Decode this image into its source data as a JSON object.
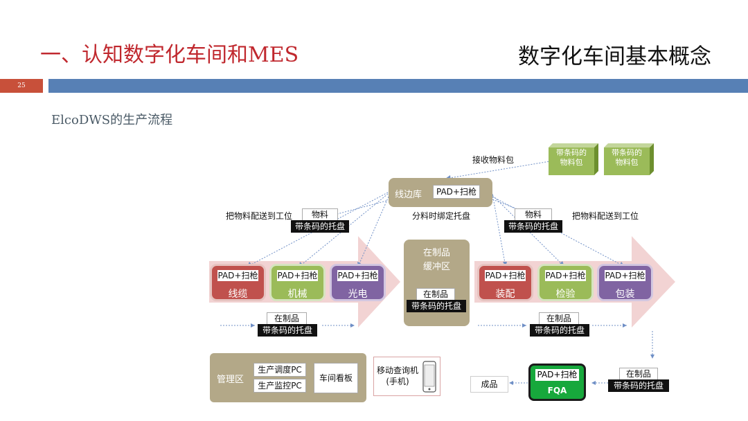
{
  "header": {
    "title_left": "一、认知数字化车间和MES",
    "title_right": "数字化车间基本概念",
    "page_number": "25"
  },
  "subtitle": "ElcoDWS的生产流程",
  "diagram": {
    "receive_label": "接收物料包",
    "material_pack_1": [
      "带条码的",
      "物料包"
    ],
    "material_pack_2": [
      "带条码的",
      "物料包"
    ],
    "line_store": "线边库",
    "pad_scan": "PAD+扫枪",
    "bind_label": "分料时绑定托盘",
    "deliver_left": "把物料配送到工位",
    "deliver_right": "把物料配送到工位",
    "material": "物料",
    "barcode_tray": "带条码的托盘",
    "wip": "在制品",
    "buffer": [
      "在制品",
      "缓冲区"
    ],
    "stations_left": [
      "线缆",
      "机械",
      "光电"
    ],
    "stations_right": [
      "装配",
      "检验",
      "包装"
    ],
    "mgmt_area": "管理区",
    "pc_dispatch": "生产调度PC",
    "pc_monitor": "生产监控PC",
    "board": "车间看板",
    "mobile": [
      "移动查询机",
      "(手机)"
    ],
    "fqa": "FQA",
    "finished": "成品"
  },
  "colors": {
    "title_red": "#c0282e",
    "blue_bar": "#5780b5",
    "khaki": "#b3a888",
    "red": "#c0514d",
    "green": "#9bbb59",
    "purple": "#8064a2",
    "fqa_green": "#17a83c"
  }
}
